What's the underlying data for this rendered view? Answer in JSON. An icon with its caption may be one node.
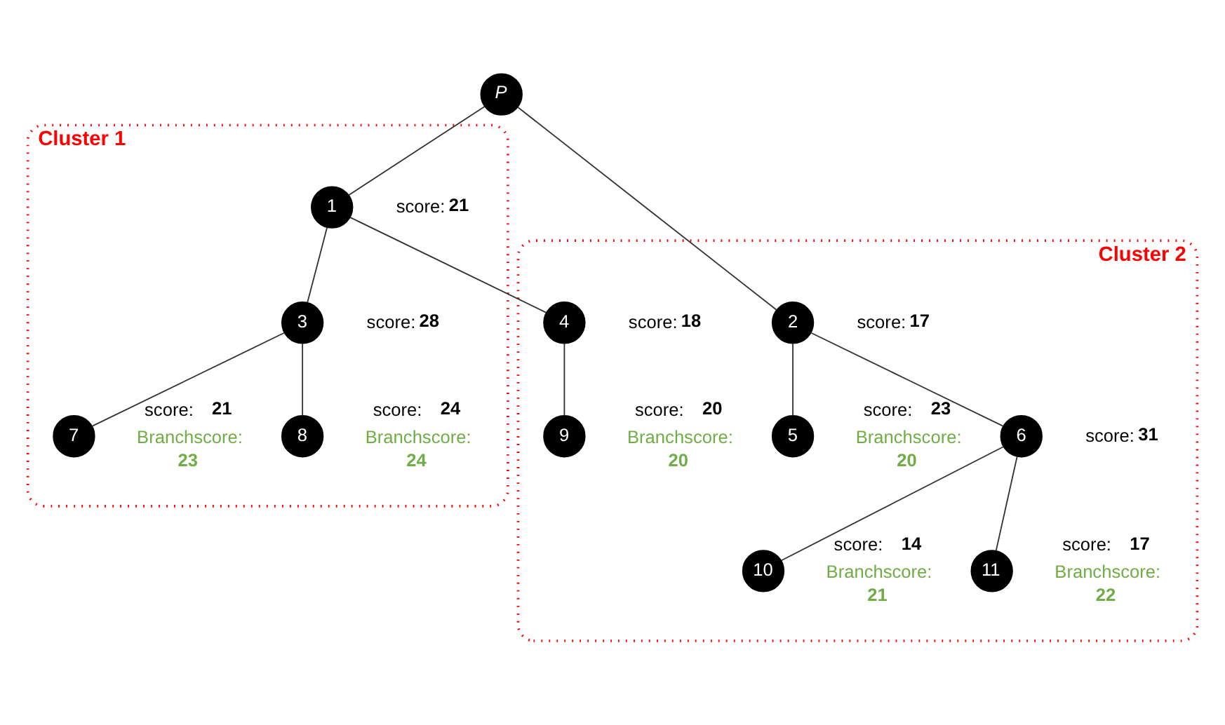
{
  "diagram": {
    "nodes": [
      {
        "text": [
          "P"
        ]
      },
      {
        "text": [
          "Cluster 1"
        ]
      },
      {
        "text": [
          "1"
        ],
        "in": 1,
        "beside": [
          "score: **21**"
        ]
      },
      {
        "text": [
          "Cluster 2"
        ]
      },
      {
        "text": [
          "2"
        ],
        "in": 3,
        "beside": [
          "score: **17**"
        ]
      },
      {
        "text": [
          "3"
        ],
        "in": 1,
        "beside": [
          "score: **28**"
        ]
      },
      {
        "text": [
          "4"
        ],
        "in": 3,
        "beside": [
          "score: **18**"
        ]
      },
      {
        "text": [
          "5"
        ],
        "in": 3,
        "beside": [
          "score: **23**",
          "Branchscore: **20**"
        ]
      },
      {
        "text": [
          "6"
        ],
        "in": 3,
        "beside": [
          "score: **31**"
        ]
      },
      {
        "text": [
          "7"
        ],
        "in": 1,
        "beside": [
          "score: **21**",
          "Branchscore: **23**"
        ]
      },
      {
        "text": [
          "8"
        ],
        "in": 1,
        "beside": [
          "score: **24**",
          "Branchscore: **24**"
        ]
      },
      {
        "text": [
          "9"
        ],
        "in": 3,
        "beside": [
          "score: **20**",
          "Branchscore: **20**"
        ]
      },
      {
        "text": [
          "10"
        ],
        "in": 3,
        "beside": [
          "score: **14**",
          "Branchscore: **21**"
        ]
      },
      {
        "text": [
          "11"
        ],
        "in": 3,
        "beside": [
          "score: **17**",
          "Branchscore: **22**"
        ]
      }
    ],
    "edges": [
      {
        "from": 0,
        "to": 2,
        "arrow": "none"
      },
      {
        "from": 0,
        "to": 4,
        "arrow": "none"
      },
      {
        "from": 2,
        "to": 5,
        "arrow": "none"
      },
      {
        "from": 2,
        "to": 6,
        "arrow": "none"
      },
      {
        "from": 4,
        "to": 7,
        "arrow": "none"
      },
      {
        "from": 4,
        "to": 8,
        "arrow": "none"
      },
      {
        "from": 5,
        "to": 9,
        "arrow": "none"
      },
      {
        "from": 5,
        "to": 10,
        "arrow": "none"
      },
      {
        "from": 6,
        "to": 11,
        "arrow": "none"
      },
      {
        "from": 8,
        "to": 12,
        "arrow": "none"
      },
      {
        "from": 8,
        "to": 13,
        "arrow": "none"
      }
    ]
  }
}
